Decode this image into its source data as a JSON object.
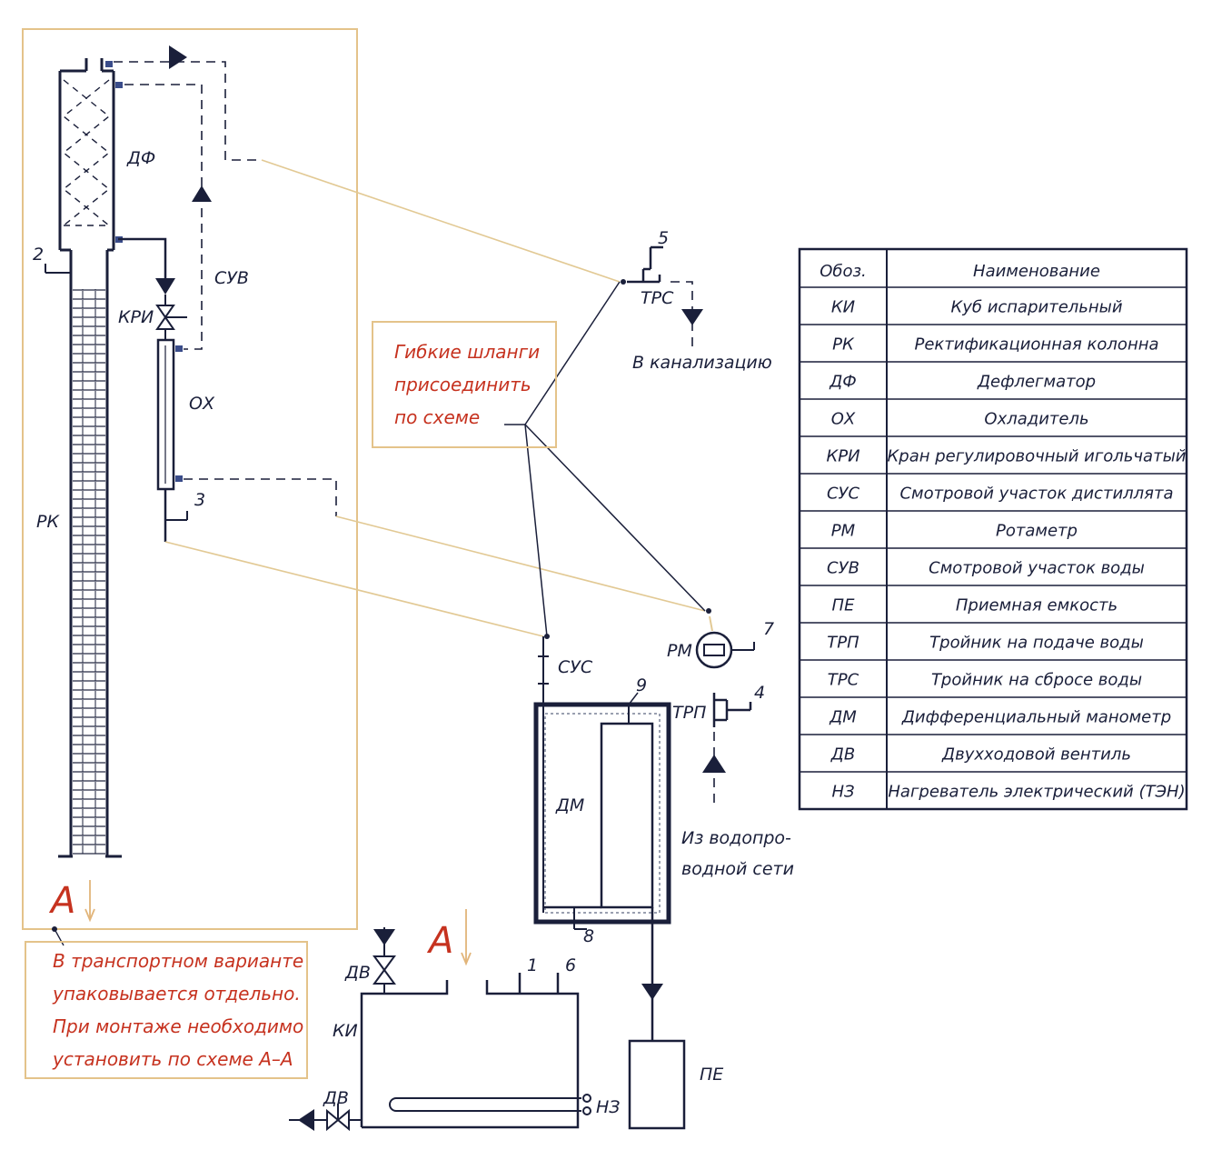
{
  "labels": {
    "df": "ДФ",
    "rk": "РК",
    "kri": "КРИ",
    "suv": "СУВ",
    "ox": "ОХ",
    "n2": "2",
    "n3": "3",
    "n5": "5",
    "trs": "ТРС",
    "to_sewer": "В канализацию",
    "rm": "РМ",
    "n7": "7",
    "trp": "ТРП",
    "n4": "4",
    "n9": "9",
    "sus": "СУС",
    "dm": "ДМ",
    "n8": "8",
    "from_water_1": "Из водопро-",
    "from_water_2": "водной сети",
    "section_a_left": "А",
    "section_a_right": "А",
    "dv_top": "ДВ",
    "dv_bottom": "ДВ",
    "ki": "КИ",
    "n1": "1",
    "n6": "6",
    "nz": "НЗ",
    "pe": "ПЕ"
  },
  "notes": {
    "hoses": [
      "Гибкие шланги",
      "присоединить",
      "по схеме"
    ],
    "transport": [
      "В транспортном варианте",
      "упаковывается отдельно.",
      "При монтаже необходимо",
      "установить по схеме А–А"
    ]
  },
  "legend": {
    "header": {
      "code": "Обоз.",
      "name": "Наименование"
    },
    "rows": [
      {
        "code": "КИ",
        "name": "Куб испарительный"
      },
      {
        "code": "РК",
        "name": "Ректификационная колонна"
      },
      {
        "code": "ДФ",
        "name": "Дефлегматор"
      },
      {
        "code": "ОХ",
        "name": "Охладитель"
      },
      {
        "code": "КРИ",
        "name": "Кран регулировочный игольчатый"
      },
      {
        "code": "СУС",
        "name": "Смотровой участок дистиллята"
      },
      {
        "code": "РМ",
        "name": "Ротаметр"
      },
      {
        "code": "СУВ",
        "name": "Смотровой участок воды"
      },
      {
        "code": "ПЕ",
        "name": "Приемная емкость"
      },
      {
        "code": "ТРП",
        "name": "Тройник на подаче воды"
      },
      {
        "code": "ТРС",
        "name": "Тройник на сбросе воды"
      },
      {
        "code": "ДМ",
        "name": "Дифференциальный манометр"
      },
      {
        "code": "ДВ",
        "name": "Двухходовой вентиль"
      },
      {
        "code": "НЗ",
        "name": "Нагреватель электрический (ТЭН)"
      }
    ]
  },
  "colors": {
    "line": "#1a1f3a",
    "note_text": "#c6321f",
    "box_border": "#e4c38a",
    "hose": "#e2c994"
  }
}
